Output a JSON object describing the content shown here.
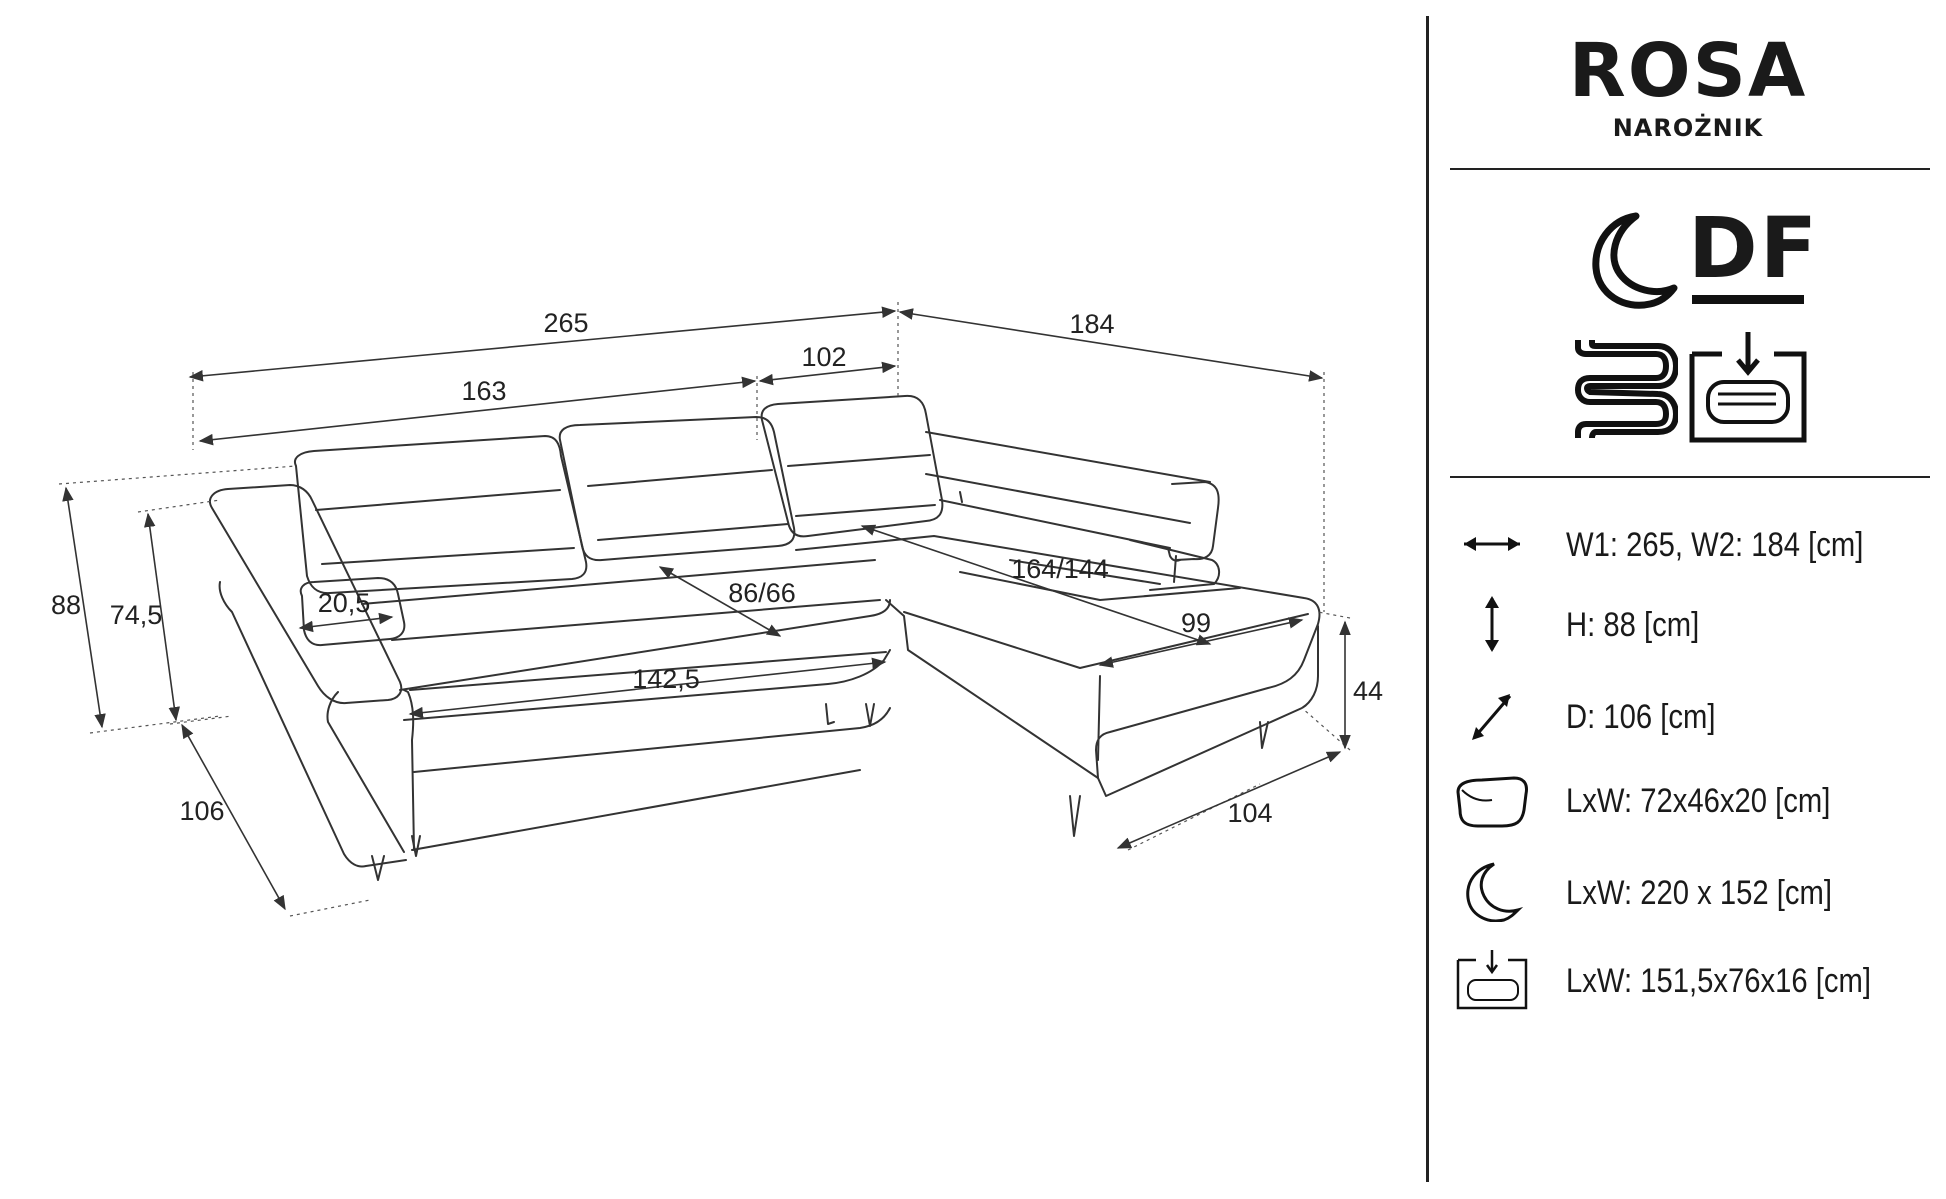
{
  "product": {
    "name": "ROSA",
    "type": "NAROŻNIK"
  },
  "dimensions": {
    "total_width": "265",
    "corner_width": "184",
    "sofa_length": "163",
    "chaise_width": "102",
    "height": "88",
    "back_height": "74,5",
    "depth": "106",
    "armrest_width": "20,5",
    "seat_depth": "86/66",
    "seat_width": "142,5",
    "chaise_length": "164/144",
    "chaise_seat_width": "99",
    "seat_height": "44",
    "chaise_depth": "104"
  },
  "badges": {
    "df_label": "DF"
  },
  "icons": [
    "moon-icon",
    "df-logo",
    "heater-icon",
    "storage-box-icon"
  ],
  "specs": [
    {
      "icon": "width-arrows-icon",
      "text": "W1: 265, W2: 184 [cm]"
    },
    {
      "icon": "height-arrows-icon",
      "text": "H: 88 [cm]"
    },
    {
      "icon": "depth-arrows-icon",
      "text": "D: 106 [cm]"
    },
    {
      "icon": "cushion-icon",
      "text": "LxW: 72x46x20 [cm]"
    },
    {
      "icon": "moon-icon",
      "text": "LxW: 220 x 152 [cm]"
    },
    {
      "icon": "storage-box-icon",
      "text": "LxW: 151,5x76x16 [cm]"
    }
  ]
}
